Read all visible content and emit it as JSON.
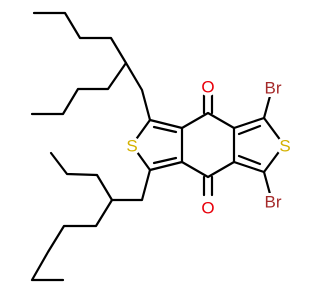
{
  "molecule": {
    "atoms": {
      "oxygen_top": {
        "symbol": "O",
        "color": "#e8000b"
      },
      "oxygen_bottom": {
        "symbol": "O",
        "color": "#e8000b"
      },
      "bromine_top": {
        "symbol": "Br",
        "color": "#a52a2a"
      },
      "bromine_bottom": {
        "symbol": "Br",
        "color": "#a52a2a"
      },
      "sulfur_left": {
        "symbol": "S",
        "color": "#d4b100"
      },
      "sulfur_right": {
        "symbol": "S",
        "color": "#d4b100"
      }
    }
  }
}
